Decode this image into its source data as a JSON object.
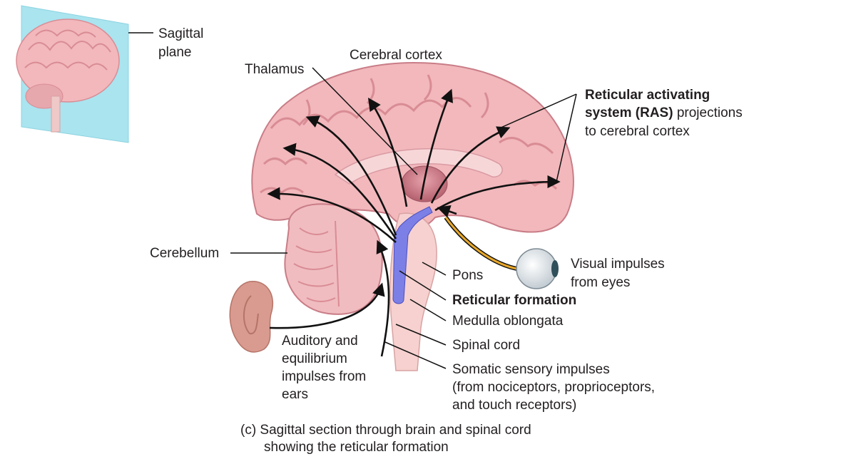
{
  "labels": {
    "sagittal_plane": [
      "Sagittal",
      "plane"
    ],
    "thalamus": "Thalamus",
    "cerebral_cortex": "Cerebral cortex",
    "ras": {
      "bold_line1": "Reticular activating",
      "bold_line2": "system (RAS)",
      "rest_line2": " projections",
      "line3": "to cerebral cortex"
    },
    "cerebellum": "Cerebellum",
    "visual": [
      "Visual impulses",
      "from eyes"
    ],
    "pons": "Pons",
    "reticular_formation": "Reticular formation",
    "medulla": "Medulla oblongata",
    "spinal_cord": "Spinal cord",
    "auditory": [
      "Auditory and",
      "equilibrium",
      "impulses from",
      "ears"
    ],
    "somatic": [
      "Somatic sensory impulses",
      "(from nociceptors, proprioceptors,",
      "and touch receptors)"
    ]
  },
  "caption": [
    "(c) Sagittal section through brain and spinal cord",
    "showing the reticular formation"
  ],
  "colors": {
    "brain_fill": "#f2b8bc",
    "brain_gyri": "#d98c94",
    "thalamus": "#c9747f",
    "reticular_formation": "#7b7fe6",
    "visual_pathway": "#e8a82a",
    "plane": "#a9e4ef",
    "ear": "#d99a8f",
    "text": "#231f20"
  }
}
